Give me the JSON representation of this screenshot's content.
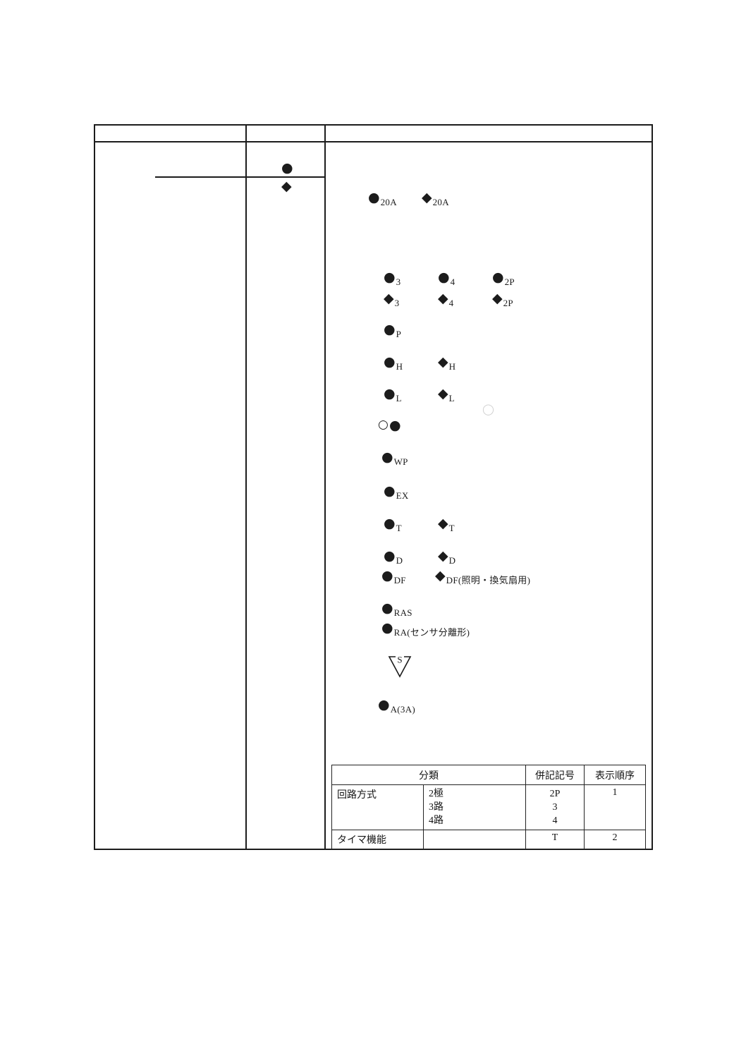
{
  "page": {
    "background": "#ffffff",
    "line_color": "#1c1c1c"
  },
  "middle_column": {
    "dot": "●",
    "diamond": "◆"
  },
  "symbol_rows": [
    {
      "items": [
        {
          "g": "●",
          "t": "20A"
        },
        {
          "g": "◆",
          "t": "20A"
        }
      ]
    },
    {
      "items": [
        {
          "g": "●",
          "t": "3"
        },
        {
          "g": "●",
          "t": "4"
        },
        {
          "g": "●",
          "t": "2P"
        }
      ]
    },
    {
      "items": [
        {
          "g": "◆",
          "t": "3"
        },
        {
          "g": "◆",
          "t": "4"
        },
        {
          "g": "◆",
          "t": "2P"
        }
      ]
    },
    {
      "items": [
        {
          "g": "●",
          "t": "P"
        }
      ]
    },
    {
      "items": [
        {
          "g": "●",
          "t": "H"
        },
        {
          "g": "◆",
          "t": "H"
        }
      ]
    },
    {
      "items": [
        {
          "g": "●",
          "t": "L"
        },
        {
          "g": "◆",
          "t": "L"
        }
      ]
    },
    {
      "items": [
        {
          "g": "○",
          "t": ""
        },
        {
          "g": "●",
          "t": ""
        }
      ]
    },
    {
      "items": [
        {
          "g": "●",
          "t": "WP"
        }
      ]
    },
    {
      "items": [
        {
          "g": "●",
          "t": "EX"
        }
      ]
    },
    {
      "items": [
        {
          "g": "●",
          "t": "T"
        },
        {
          "g": "◆",
          "t": "T"
        }
      ]
    },
    {
      "items": [
        {
          "g": "●",
          "t": "D"
        },
        {
          "g": "◆",
          "t": "D"
        }
      ]
    },
    {
      "items": [
        {
          "g": "●",
          "t": "DF"
        },
        {
          "g": "◆",
          "t": "DF(照明・換気扇用)"
        }
      ]
    },
    {
      "items": [
        {
          "g": "●",
          "t": "RAS"
        }
      ]
    },
    {
      "items": [
        {
          "g": "●",
          "t": "RA(センサ分離形)"
        }
      ]
    },
    {
      "items": [
        {
          "g": "●",
          "t": "A(3A)"
        }
      ]
    }
  ],
  "triangle_symbol": {
    "letter": "S"
  },
  "table": {
    "header": {
      "classification": "分類",
      "code": "併記記号",
      "order": "表示順序"
    },
    "rows": [
      {
        "category": "回路方式",
        "types": [
          "2極",
          "3路",
          "4路"
        ],
        "codes": [
          "2P",
          "3",
          "4"
        ],
        "order": "1"
      },
      {
        "category": "タイマ機能",
        "types": [],
        "codes": [
          "T"
        ],
        "order": "2"
      }
    ]
  }
}
